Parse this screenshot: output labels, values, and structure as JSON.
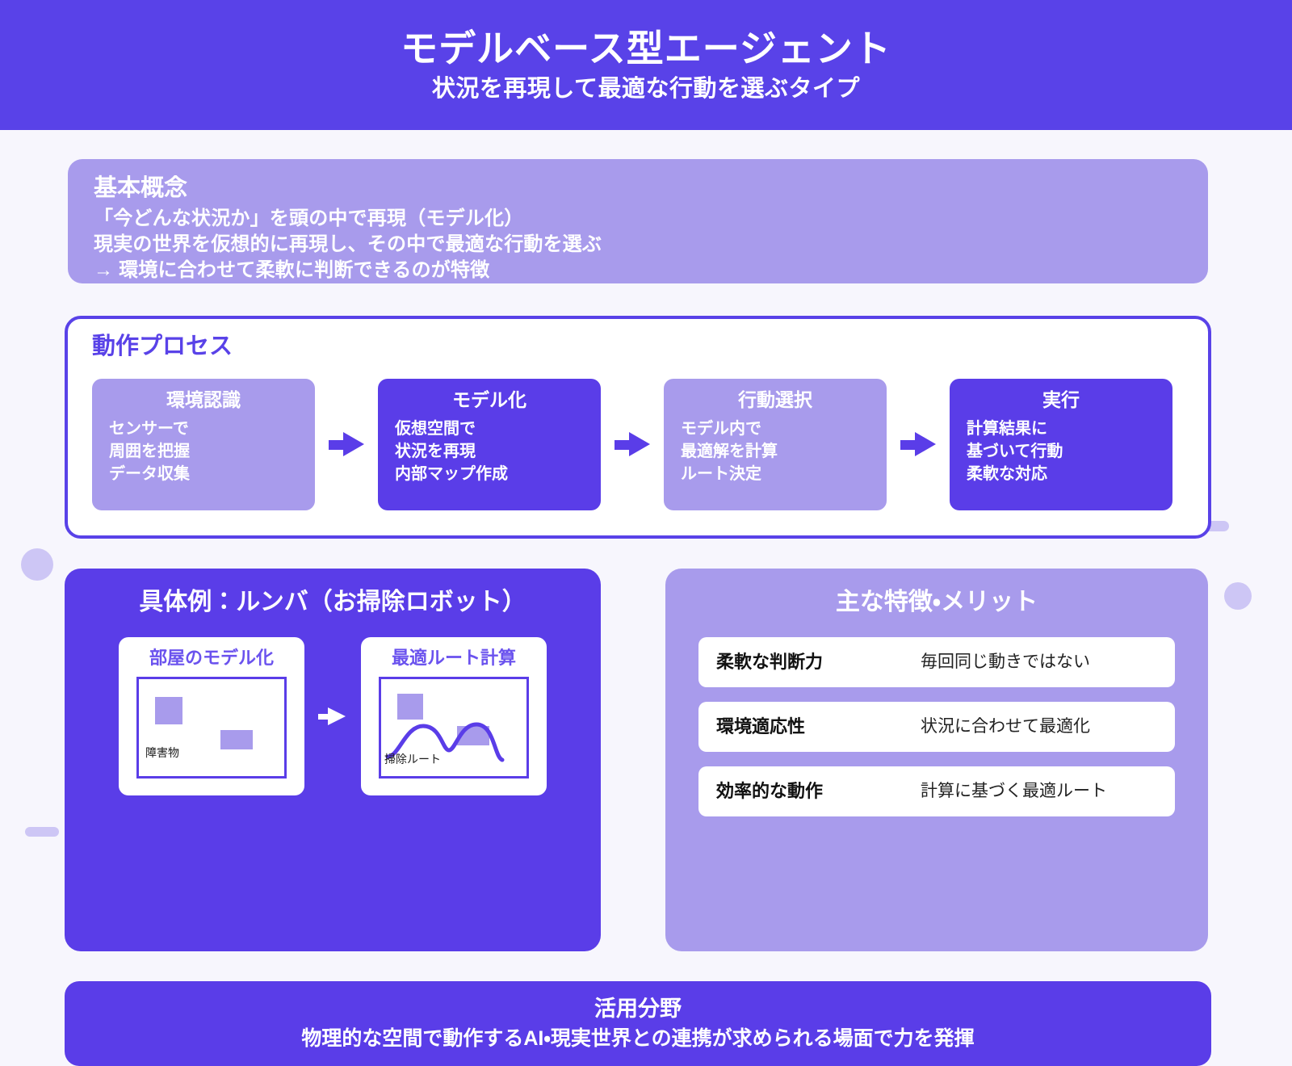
{
  "header": {
    "title": "モデルベース型エージェント",
    "subtitle": "状況を再現して最適な行動を選ぶタイプ"
  },
  "concept": {
    "title": "基本概念",
    "lines": [
      "「今どんな状況か」を頭の中で再現（モデル化）",
      "現実の世界を仮想的に再現し、その中で最適な行動を選ぶ",
      "→ 環境に合わせて柔軟に判断できるのが特徴"
    ]
  },
  "process": {
    "title": "動作プロセス",
    "steps": [
      {
        "title": "環境認識",
        "variant": "light",
        "lines": [
          "センサーで",
          "周囲を把握",
          "データ収集"
        ]
      },
      {
        "title": "モデル化",
        "variant": "dark",
        "lines": [
          "仮想空間で",
          "状況を再現",
          "内部マップ作成"
        ]
      },
      {
        "title": "行動選択",
        "variant": "light",
        "lines": [
          "モデル内で",
          "最適解を計算",
          "ルート決定"
        ]
      },
      {
        "title": "実行",
        "variant": "dark",
        "lines": [
          "計算結果に",
          "基づいて行動",
          "柔軟な対応"
        ]
      }
    ]
  },
  "example": {
    "title": "具体例：ルンバ（お掃除ロボット）",
    "cards": [
      {
        "title": "部屋のモデル化",
        "label": "障害物"
      },
      {
        "title": "最適ルート計算",
        "label": "掃除ルート"
      }
    ]
  },
  "merits": {
    "title": "主な特徴・メリット",
    "rows": [
      {
        "label": "柔軟な判断力",
        "value": "毎回同じ動きではない"
      },
      {
        "label": "環境適応性",
        "value": "状況に合わせて最適化"
      },
      {
        "label": "効率的な動作",
        "value": "計算に基づく最適ルート"
      }
    ]
  },
  "footer": {
    "title": "活用分野",
    "text": "物理的な空間で動作するAI・現実世界との連携が求められる場面で力を発揮"
  },
  "colors": {
    "brand_dark": "#5942e8",
    "brand_mid": "#5a3de8",
    "brand_light": "#a89bec",
    "deco": "#cdc6f5",
    "background": "#f7f6fd",
    "card_white": "#ffffff"
  }
}
